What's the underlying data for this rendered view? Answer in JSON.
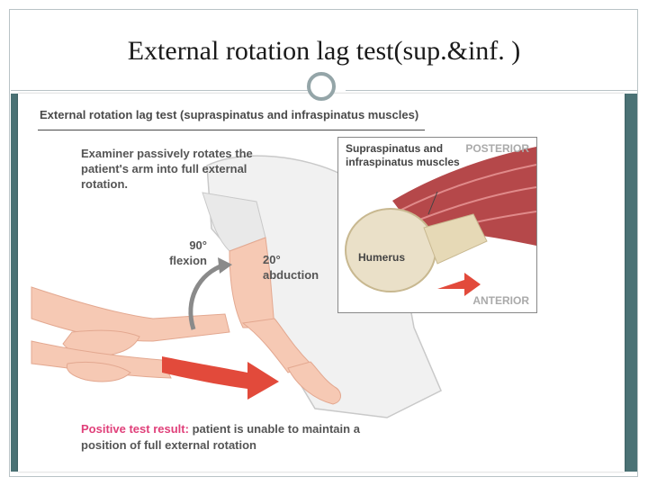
{
  "slide": {
    "title": "External rotation lag test(sup.&inf. )"
  },
  "figure": {
    "title": "External rotation lag test (supraspinatus and infraspinatus muscles)",
    "examiner_caption": "Examiner passively rotates the patient's arm into full external rotation.",
    "flexion_caption": "90° flexion",
    "abduction_caption": "20° abduction",
    "result_lead": "Positive test result:",
    "result_text": "patient is unable to maintain a position of full external rotation",
    "inset": {
      "muscles_label": "Supraspinatus and infraspinatus muscles",
      "posterior_label": "POSTERIOR",
      "anterior_label": "ANTERIOR",
      "humerus_label": "Humerus"
    }
  },
  "colors": {
    "accent_pink": "#e0407a",
    "arrow_red": "#e24a3b",
    "band_teal": "#4b7275",
    "skin": "#f6c9b4",
    "muscle": "#b5484a"
  }
}
